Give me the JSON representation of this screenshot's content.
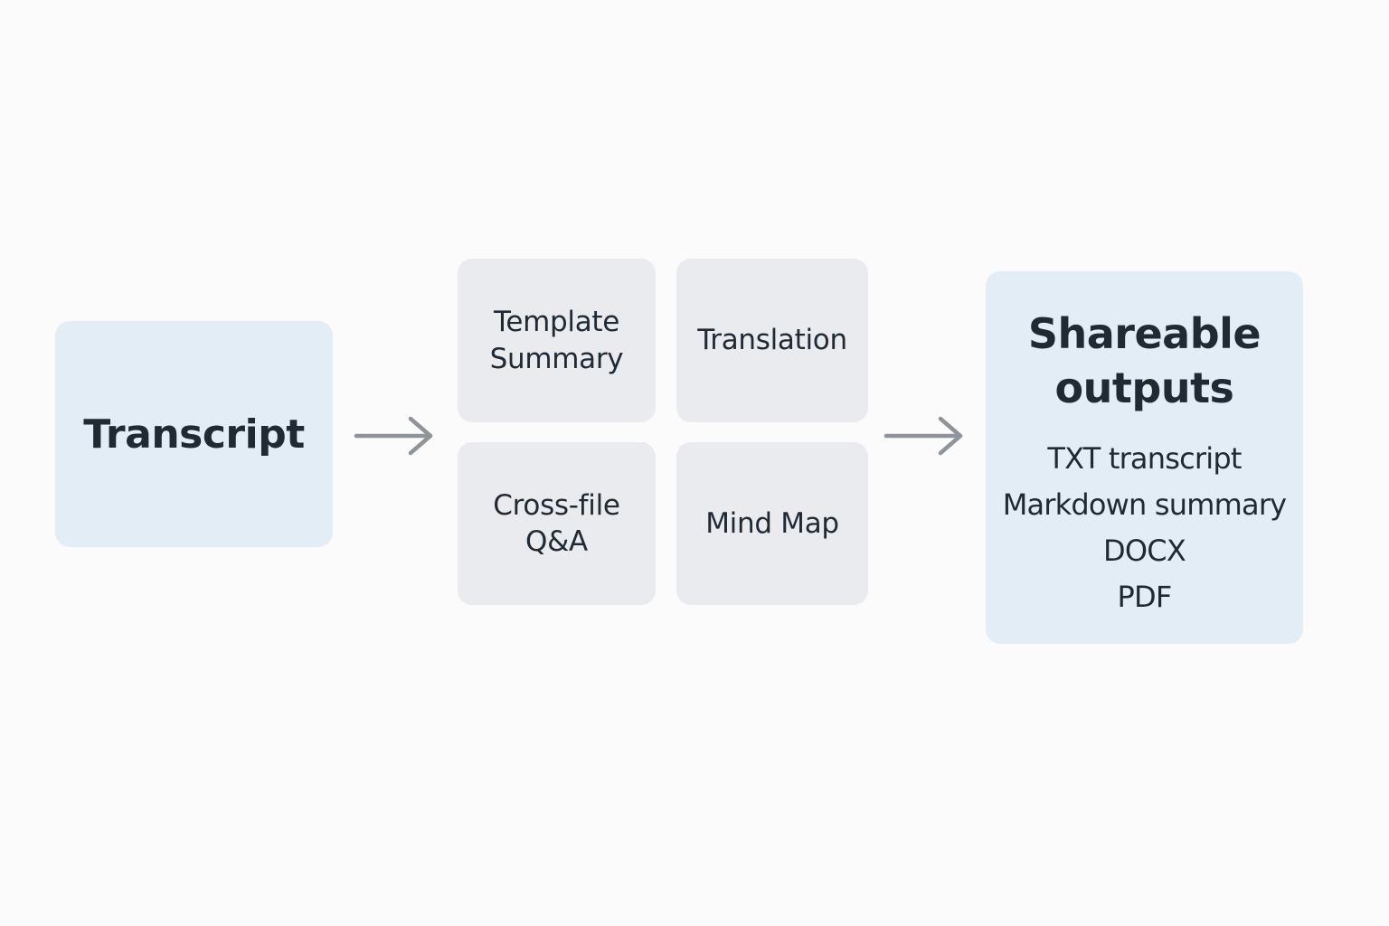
{
  "colors": {
    "background": "#fbfbfc",
    "input_box": "#e3edf6",
    "feature_box": "#e9ebee",
    "output_box": "#e3edf6",
    "arrow": "#8e9499",
    "text": "#1f2a35"
  },
  "input": {
    "label": "Transcript"
  },
  "features": [
    {
      "label_lines": [
        "Template",
        "Summary"
      ]
    },
    {
      "label_lines": [
        "Translation"
      ]
    },
    {
      "label_lines": [
        "Cross-file",
        "Q&A"
      ]
    },
    {
      "label_lines": [
        "Mind Map"
      ]
    }
  ],
  "outputs": {
    "title_lines": [
      "Shareable",
      "outputs"
    ],
    "items": [
      "TXT transcript",
      "Markdown summary",
      "DOCX",
      "PDF"
    ]
  },
  "arrows": [
    {
      "name": "arrow-to-features",
      "icon": "right-arrow-icon"
    },
    {
      "name": "arrow-to-outputs",
      "icon": "right-arrow-icon"
    }
  ]
}
